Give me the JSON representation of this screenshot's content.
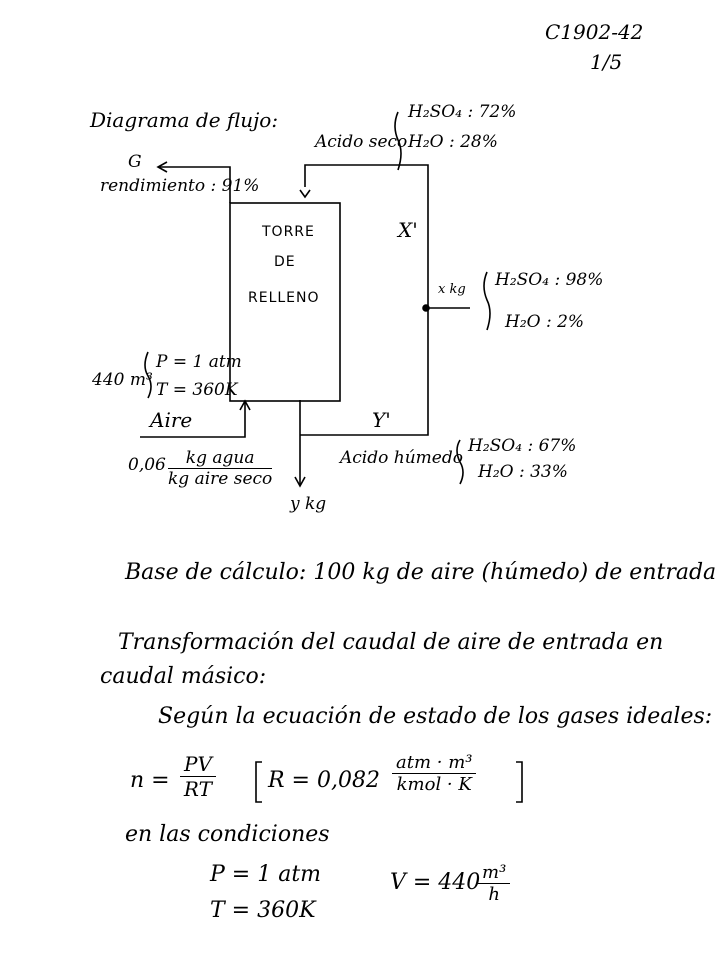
{
  "header": {
    "code": "C1902-42",
    "page": "1/5"
  },
  "diagram": {
    "title": "Diagrama de flujo:",
    "dry_acid": {
      "label": "Acido seco",
      "h2so4": "H₂SO₄ : 72%",
      "h2o": "H₂O : 28%"
    },
    "gas_out": {
      "label": "G",
      "yield": "rendimiento : 91%"
    },
    "tower": {
      "line1": "TORRE",
      "line2": "DE",
      "line3": "RELLENO"
    },
    "x_prime": "X'",
    "feed": {
      "label": "x kg",
      "h2so4": "H₂SO₄ : 98%",
      "h2o": "H₂O : 2%"
    },
    "air_in": {
      "volume": "440 m³",
      "pressure": "P = 1 atm",
      "temperature": "T = 360K",
      "label": "Aire",
      "humidity_value": "0,06",
      "humidity_num": "kg agua",
      "humidity_den": "kg aire seco"
    },
    "y_prime": "Y'",
    "wet_acid": {
      "label": "Acido húmedo",
      "h2so4": "H₂SO₄ : 67%",
      "h2o": "H₂O : 33%"
    },
    "y_out": "y kg"
  },
  "body": {
    "basis": "Base de cálculo: 100 kg de aire (húmedo) de entrada",
    "transform_1": "Transformación del caudal de aire de entrada en",
    "transform_2": "caudal másico:",
    "ideal_gas": "Según la ecuación de estado de los gases ideales:",
    "eq_lhs": "n =",
    "eq_num": "PV",
    "eq_den": "RT",
    "r_lhs": "R = 0,082",
    "r_num": "atm · m³",
    "r_den": "kmol · K",
    "conditions": "en las condiciones",
    "p": "P = 1 atm",
    "t": "T = 360K",
    "v_lhs": "V = 440",
    "v_num": "m³",
    "v_den": "h"
  }
}
